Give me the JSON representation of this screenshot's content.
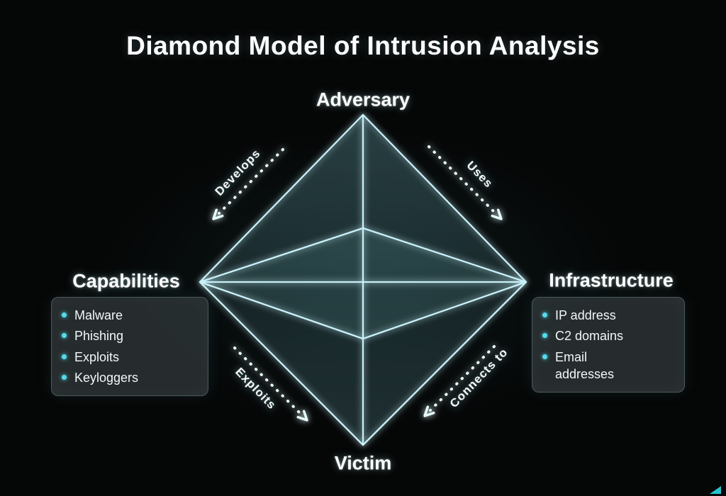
{
  "title": "Diamond Model of Intrusion Analysis",
  "nodes": {
    "adversary": {
      "label": "Adversary"
    },
    "capabilities": {
      "label": "Capabilities"
    },
    "infrastructure": {
      "label": "Infrastructure"
    },
    "victim": {
      "label": "Victim"
    }
  },
  "edges": {
    "develops": {
      "label": "Develops",
      "from": "Adversary",
      "to": "Capabilities"
    },
    "uses": {
      "label": "Uses",
      "from": "Adversary",
      "to": "Infrastructure"
    },
    "exploits": {
      "label": "Exploits",
      "from": "Capabilities",
      "to": "Victim"
    },
    "connects_to": {
      "label": "Connects to",
      "from": "Infrastructure",
      "to": "Victim"
    }
  },
  "boxes": {
    "capabilities": {
      "items": [
        "Malware",
        "Phishing",
        "Exploits",
        "Keyloggers"
      ]
    },
    "infrastructure": {
      "items": [
        "IP address",
        "C2 domains",
        "Email addresses"
      ]
    }
  },
  "colors": {
    "background": "#050606",
    "line": "#c9f0f8",
    "glow": "#3fd0e4",
    "label": "#ffffff",
    "bullet": "#54dbea",
    "box_bg": "#2e3638cc"
  }
}
